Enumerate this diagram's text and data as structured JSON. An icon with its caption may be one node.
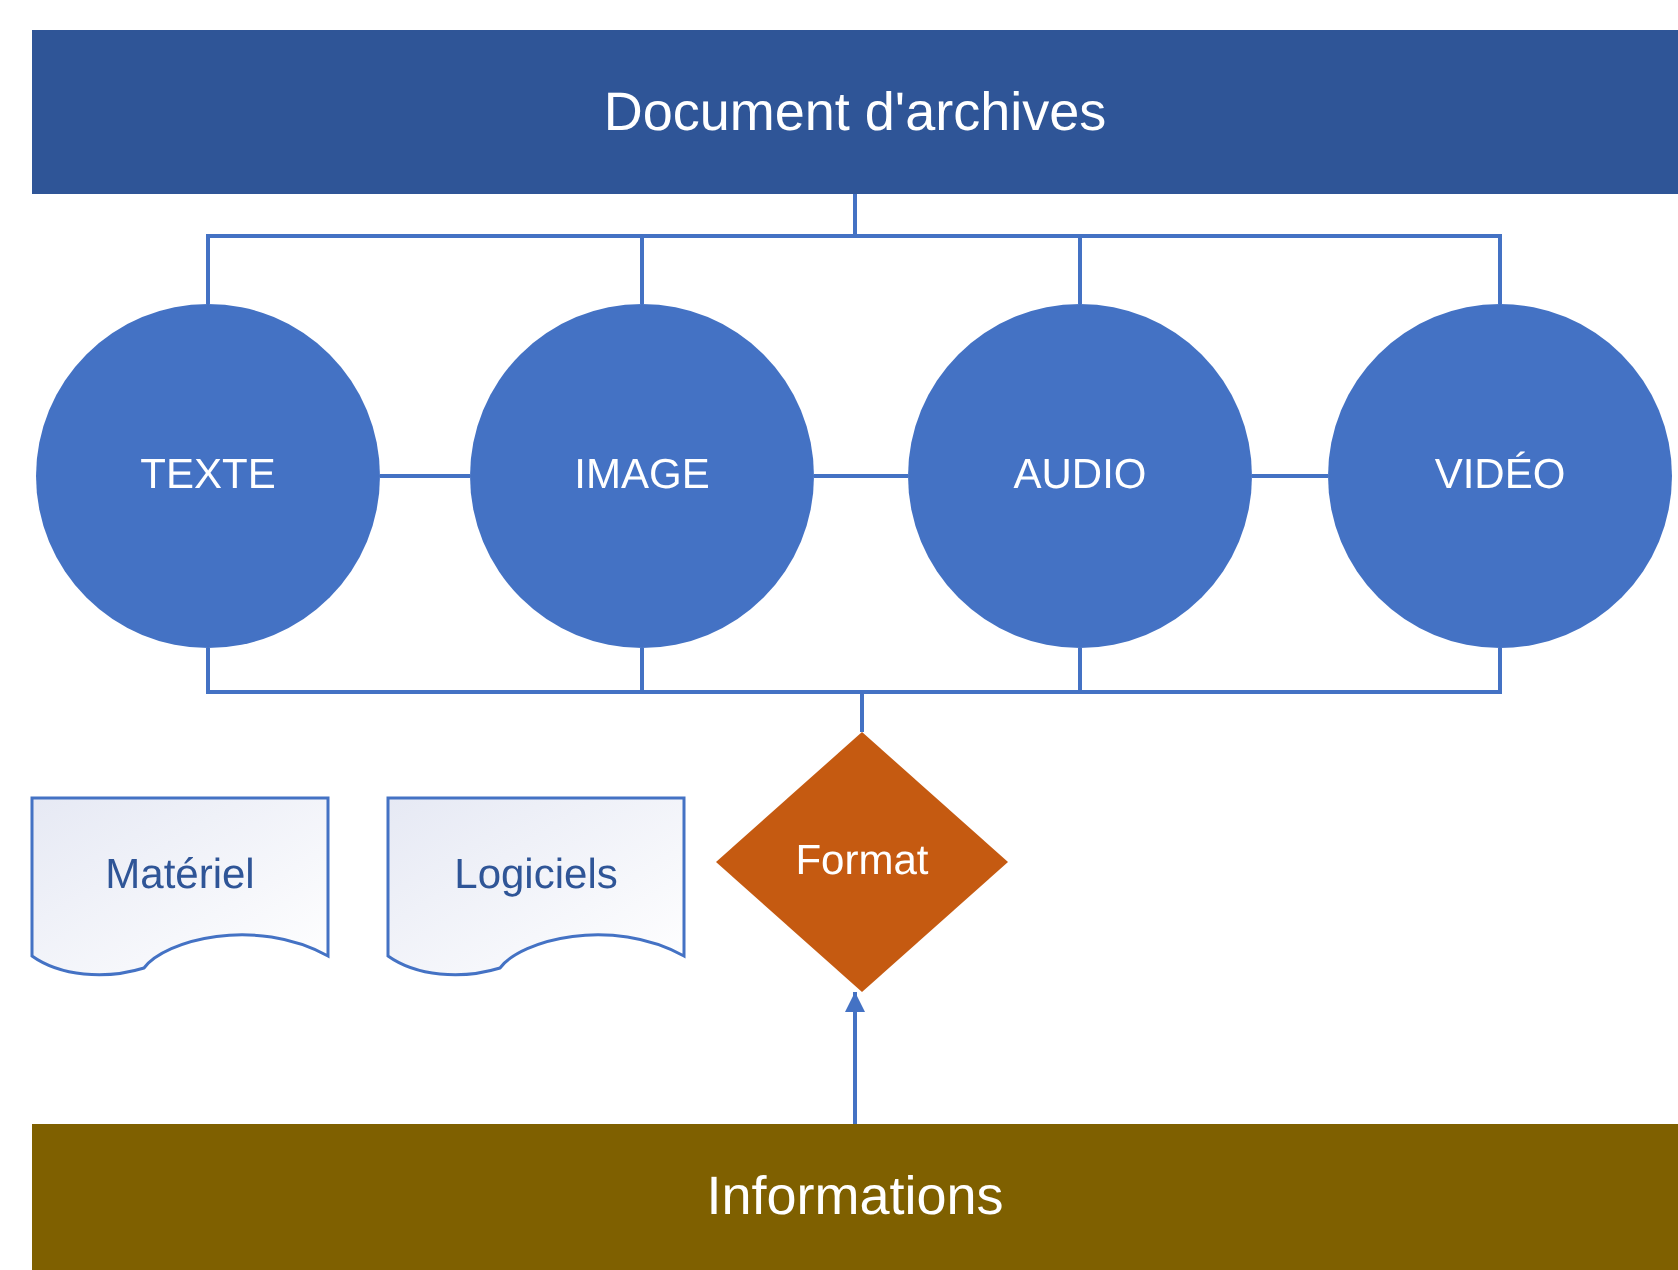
{
  "diagram": {
    "nodes": [
      {
        "text": [
          "Document d'archives"
        ]
      },
      {
        "text": [
          "TEXTE"
        ]
      },
      {
        "text": [
          "IMAGE"
        ]
      },
      {
        "text": [
          "AUDIO"
        ]
      },
      {
        "text": [
          "VIDÉO"
        ]
      },
      {
        "text": [
          "Matériel"
        ]
      },
      {
        "text": [
          "Logiciels"
        ]
      },
      {
        "text": [
          "Format"
        ]
      },
      {
        "text": [
          "Informations"
        ]
      }
    ],
    "edges": [
      {
        "from": 0,
        "to": 1,
        "arrow": "none"
      },
      {
        "from": 0,
        "to": 2,
        "arrow": "none"
      },
      {
        "from": 0,
        "to": 3,
        "arrow": "none"
      },
      {
        "from": 0,
        "to": 4,
        "arrow": "none"
      },
      {
        "from": 1,
        "to": 2,
        "arrow": "none"
      },
      {
        "from": 2,
        "to": 3,
        "arrow": "none"
      },
      {
        "from": 3,
        "to": 4,
        "arrow": "none"
      },
      {
        "from": 1,
        "to": 7,
        "arrow": "none"
      },
      {
        "from": 2,
        "to": 7,
        "arrow": "none"
      },
      {
        "from": 3,
        "to": 7,
        "arrow": "none"
      },
      {
        "from": 4,
        "to": 7,
        "arrow": "none"
      },
      {
        "from": 8,
        "to": 7,
        "arrow": "to"
      }
    ]
  }
}
